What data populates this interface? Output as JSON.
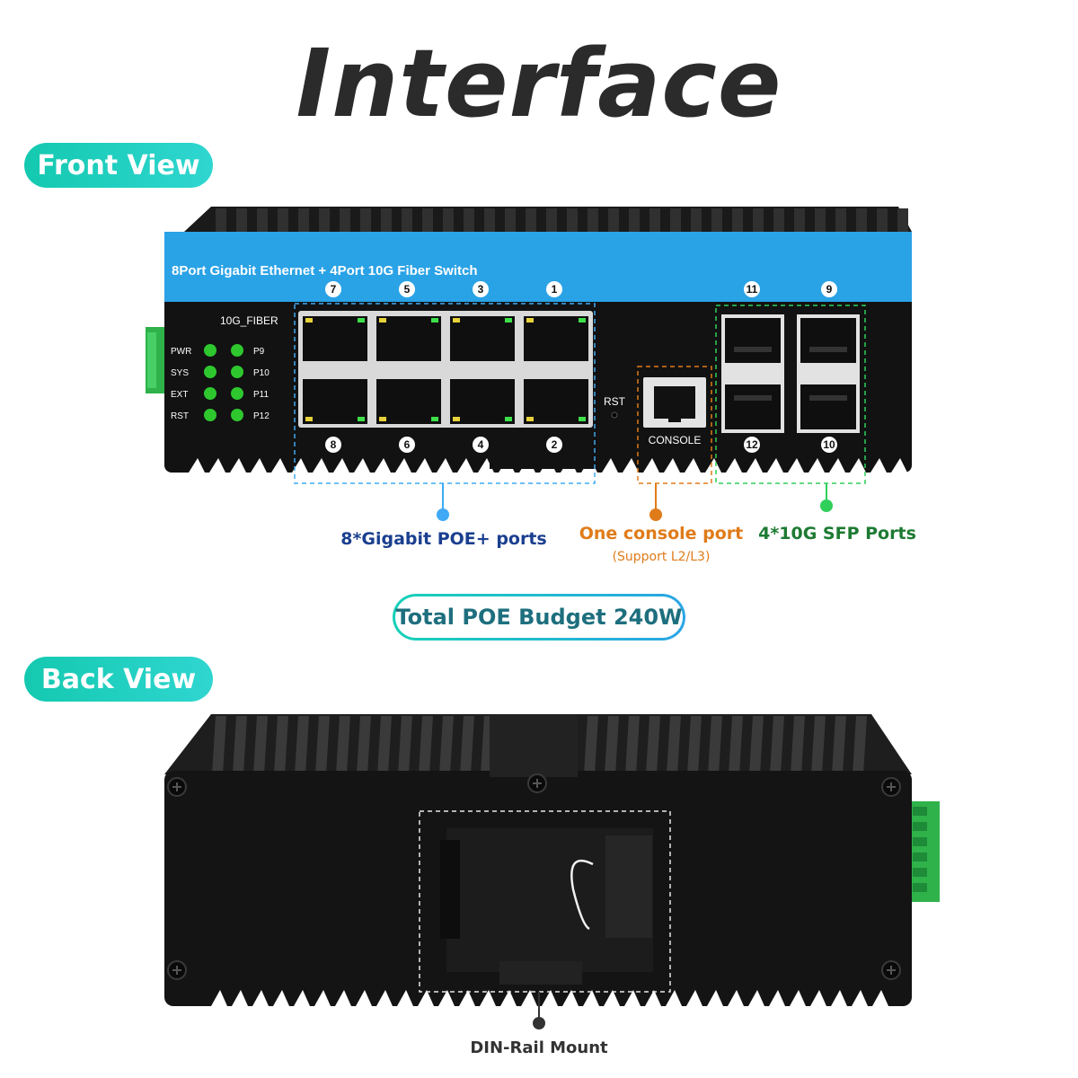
{
  "title": "Interface",
  "front_label": "Front View",
  "back_label": "Back View",
  "device": {
    "banner": "8Port Gigabit Ethernet + 4Port 10G Fiber Switch",
    "fiber_label": "10G_FIBER",
    "leds_left": [
      "PWR",
      "SYS",
      "EXT",
      "RST"
    ],
    "leds_right": [
      "P9",
      "P10",
      "P11",
      "P12"
    ],
    "top_ports": [
      "7",
      "5",
      "3",
      "1"
    ],
    "bottom_ports": [
      "8",
      "6",
      "4",
      "2"
    ],
    "sfp_top": [
      "11",
      "9"
    ],
    "sfp_bottom": [
      "12",
      "10"
    ],
    "rst_label": "RST",
    "console_label": "CONSOLE"
  },
  "callouts": {
    "poe": "8*Gigabit POE+ ports",
    "console": "One console port",
    "console_sub": "(Support L2/L3)",
    "sfp": "4*10G SFP Ports",
    "din": "DIN-Rail Mount"
  },
  "budget": "Total POE Budget 240W",
  "colors": {
    "poe": "#1a3f8f",
    "poe_line": "#3fa9f5",
    "console": "#e07b1a",
    "sfp": "#1d7a32",
    "sfp_line": "#2fcf5a",
    "banner": "#2aa2e6",
    "led": "#2ec82e"
  }
}
